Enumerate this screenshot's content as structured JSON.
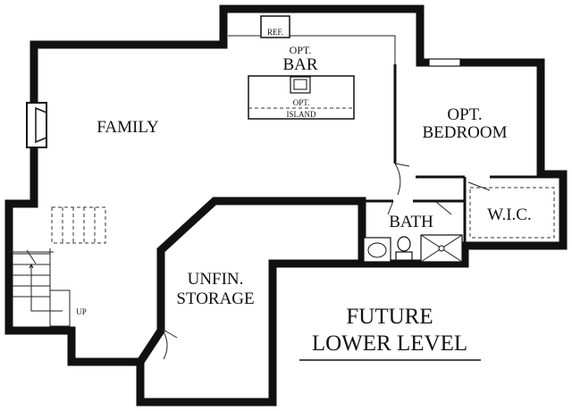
{
  "plan": {
    "title_line1": "FUTURE",
    "title_line2": "LOWER LEVEL",
    "rooms": {
      "family": "FAMILY",
      "bar_opt": "OPT.",
      "bar": "BAR",
      "island_opt": "OPT.",
      "island": "ISLAND",
      "ref": "REF.",
      "bedroom_opt": "OPT.",
      "bedroom": "BEDROOM",
      "bath": "BATH",
      "wic": "W.I.C.",
      "storage_line1": "UNFIN.",
      "storage_line2": "STORAGE",
      "stairs_up": "UP"
    }
  }
}
